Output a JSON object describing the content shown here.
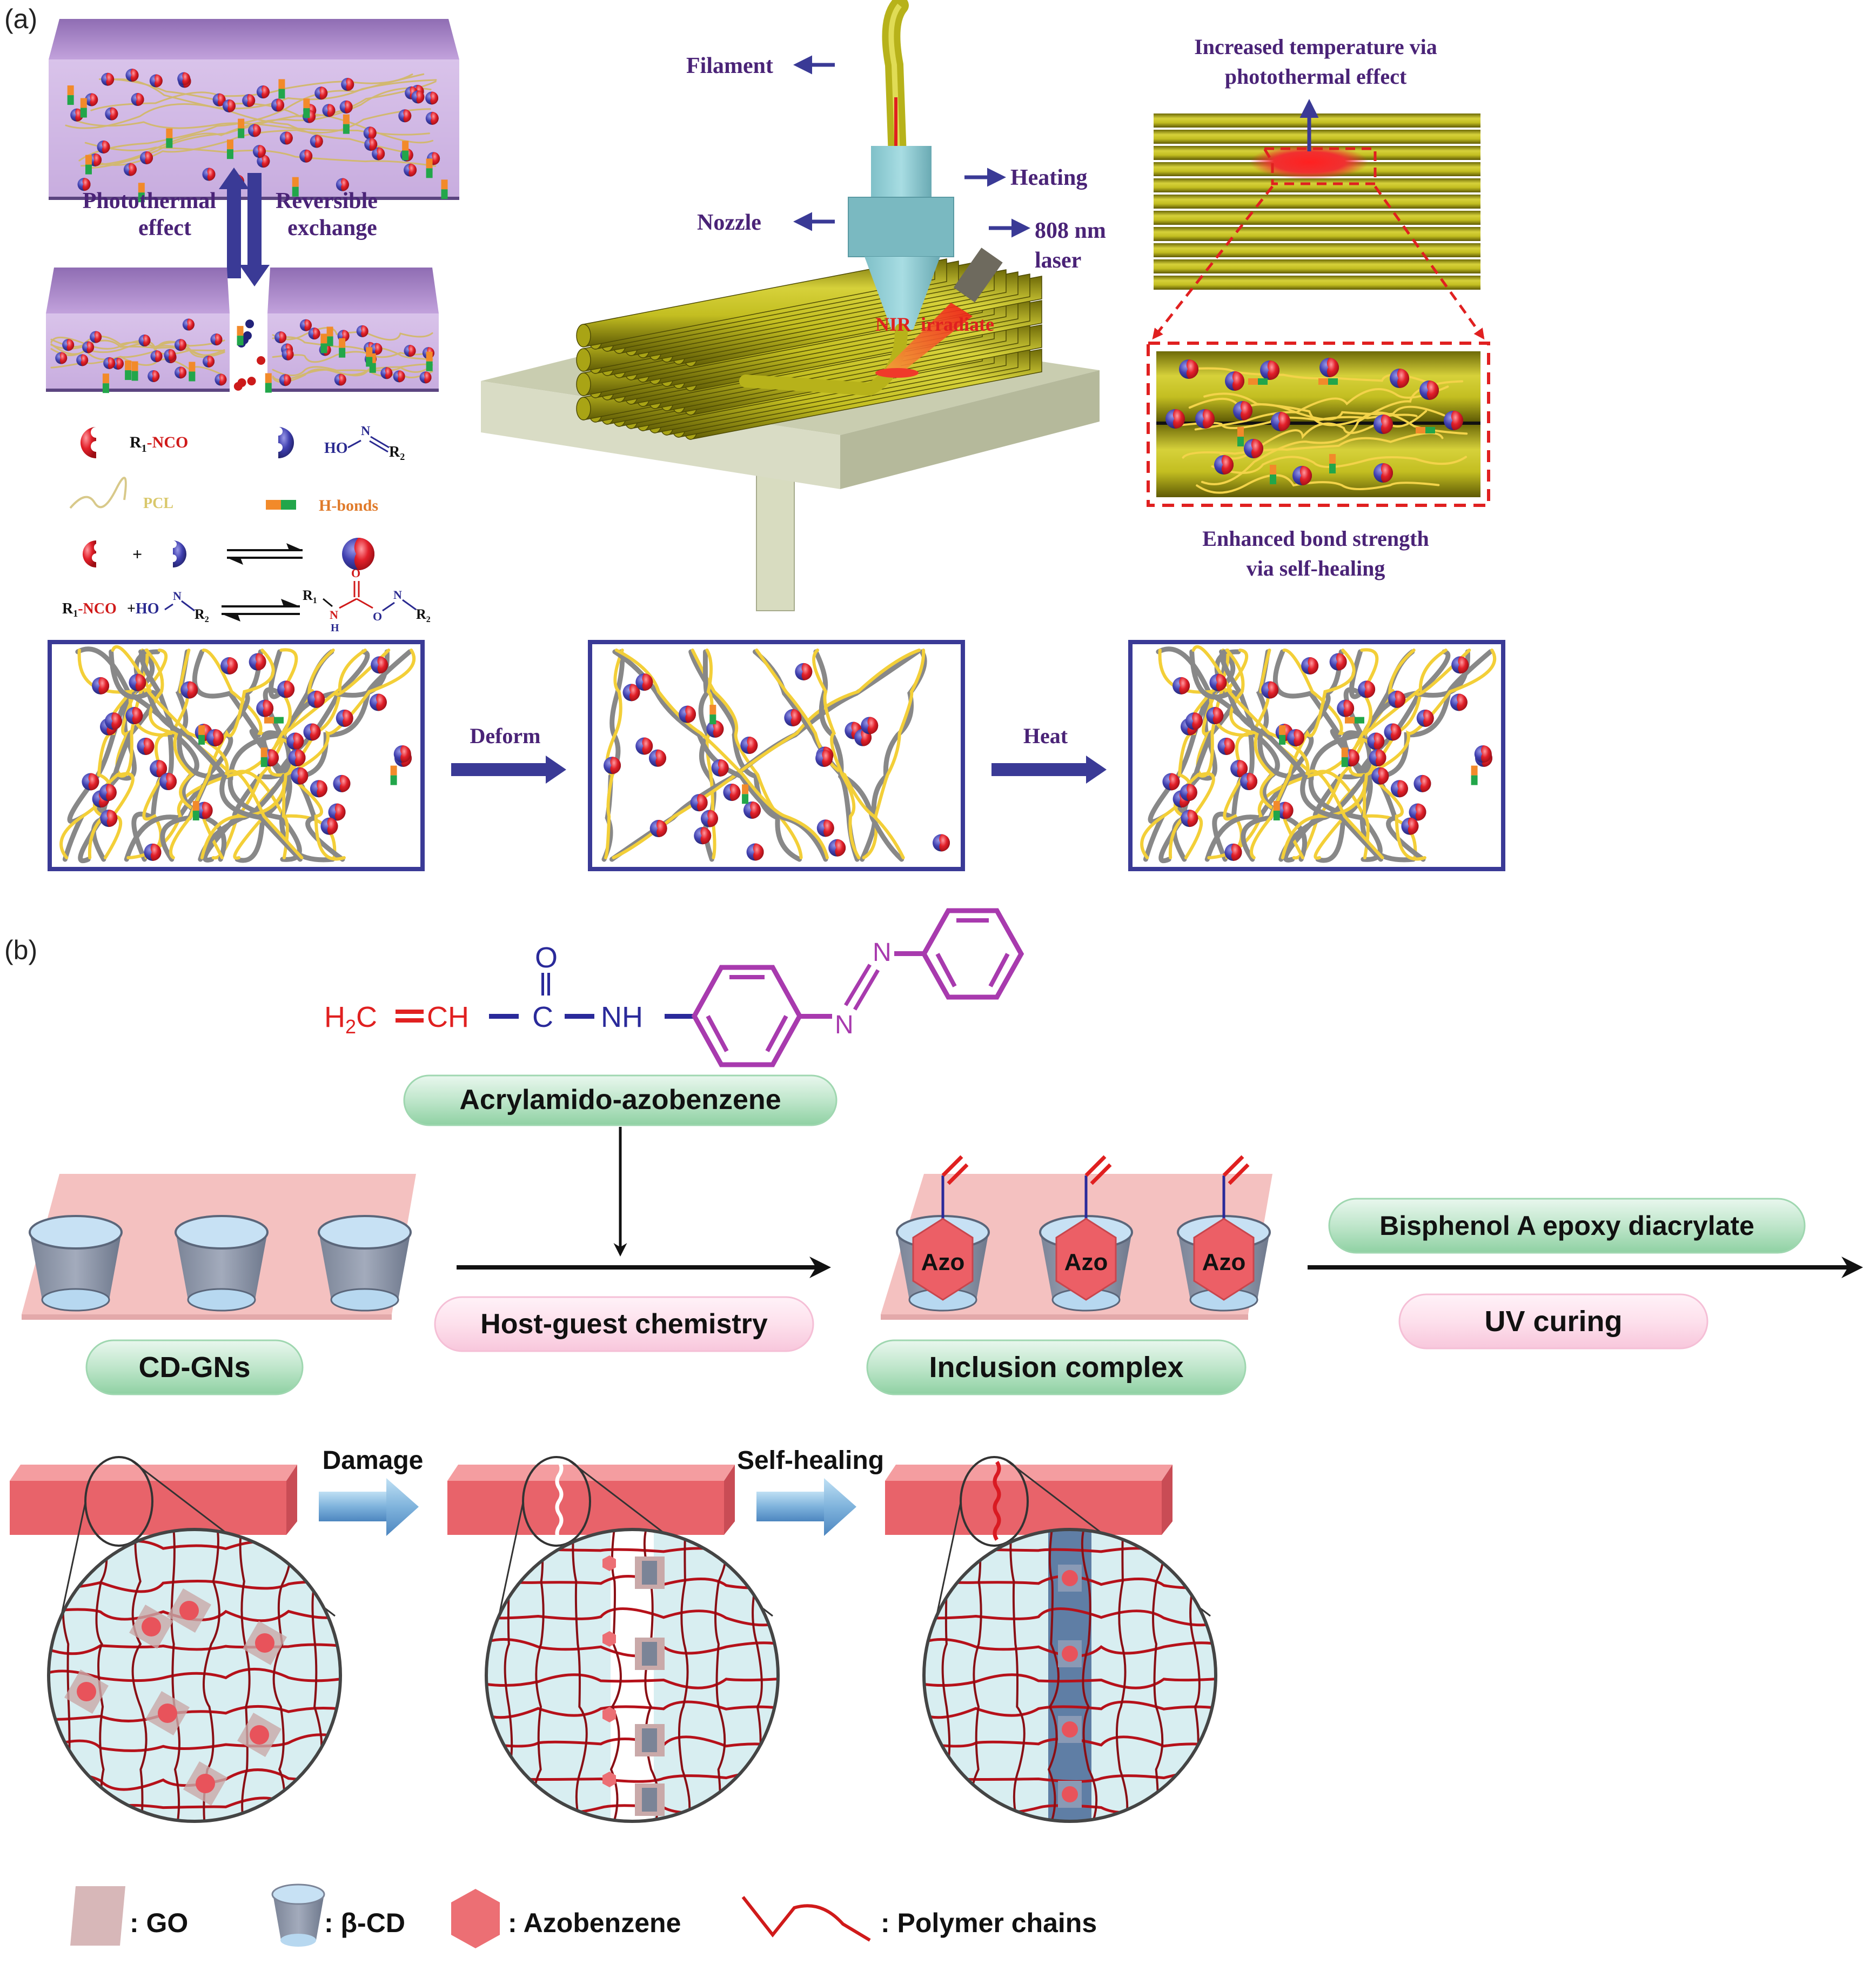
{
  "panel_a": {
    "label": "(a)",
    "block_arrows": {
      "up_label_1": "Photothermal",
      "up_label_2": "effect",
      "down_label_1": "Reversible",
      "down_label_2": "exchange"
    },
    "legend": {
      "r1_nco_r1": "R",
      "r1_nco_sub": "1",
      "r1_nco_group": "-NCO",
      "oxime_ho": "HO",
      "oxime_n": "N",
      "oxime_r2": "R",
      "oxime_r2_sub": "2",
      "pcl": "PCL",
      "hbonds": "H-bonds",
      "plus": "+",
      "reaction_lhs_r1": "R",
      "reaction_lhs_sub": "1",
      "reaction_lhs_nco": "-NCO",
      "reaction_plus": "+",
      "reaction_ho": "HO",
      "reaction_n": "N",
      "reaction_r2": "R",
      "reaction_r2_sub": "2",
      "product_r1": "R",
      "product_r1_sub": "1",
      "product_n": "N",
      "product_h": "H",
      "product_o_top": "O",
      "product_o": "O",
      "product_n2": "N",
      "product_r2": "R",
      "product_r2_sub": "2"
    },
    "printer": {
      "filament": "Filament",
      "heating": "Heating",
      "nozzle": "Nozzle",
      "laser_1": "808 nm",
      "laser_2": "laser",
      "nir": "NIR  irradiate"
    },
    "heal": {
      "top_1": "Increased temperature via",
      "top_2": "photothermal effect",
      "bottom_1": "Enhanced bond strength",
      "bottom_2": "via self-healing"
    },
    "shape_memory": {
      "deform": "Deform",
      "heat": "Heat"
    }
  },
  "panel_b": {
    "label": "(b)",
    "molecule": {
      "h2c": "H",
      "h2c_sub": "2",
      "h2c_c": "C",
      "ch": "CH",
      "c": "C",
      "o": "O",
      "nh": "NH",
      "n1": "N",
      "n2": "N"
    },
    "pills": {
      "acrylamido": "Acrylamido-azobenzene",
      "host_guest": "Host-guest chemistry",
      "cd_gns": "CD-GNs",
      "inclusion": "Inclusion complex",
      "bisphenol": "Bisphenol A epoxy diacrylate",
      "uv": "UV curing"
    },
    "azo_label": "Azo",
    "process": {
      "damage": "Damage",
      "self_healing": "Self-healing"
    },
    "legend": {
      "go": ": GO",
      "bcd": ": β-CD",
      "azobenzene": ": Azobenzene",
      "polymer": ": Polymer chains"
    }
  },
  "colors": {
    "purple_text": "#4a2377",
    "arrow_navy": "#3a3a96",
    "slab_purple": "#c9a8df",
    "fiber_yellow": "#b9b51a",
    "sphere_red": "#e2202a",
    "sphere_blue": "#3c3ca0",
    "pink_sheet": "#f4c3c3",
    "red_block": "#e8636a",
    "green_pill": "#a9dcb8",
    "pink_pill": "#fbd3e4",
    "chain_red": "#c8141c",
    "circle_fill": "#d8eef1"
  }
}
